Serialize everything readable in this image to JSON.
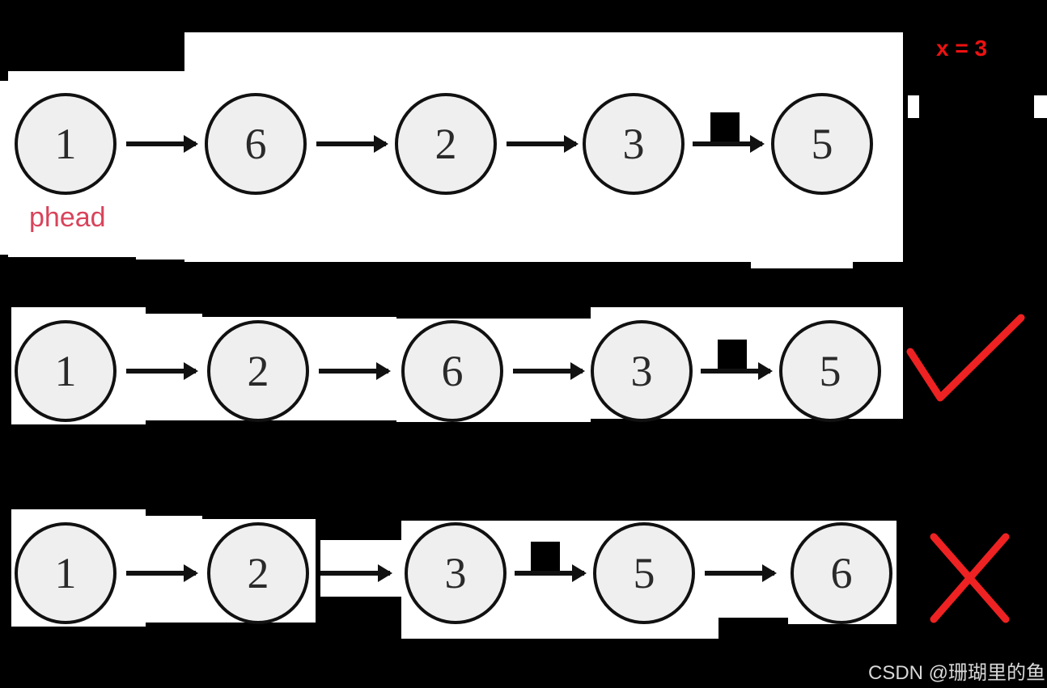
{
  "diagram": {
    "title": "linked-list partition illustration",
    "pivot_label": "x = 3",
    "head_label": "phead",
    "watermark": "CSDN @珊瑚里的鱼",
    "colors": {
      "background": "#000000",
      "paper": "#ffffff",
      "node_fill": "#efefef",
      "node_stroke": "#111111",
      "arrow": "#111111",
      "pivot_red": "#ee1111",
      "head_red": "#d9435a",
      "verdict_red": "#ee2222",
      "watermark": "#d8d8d8"
    },
    "rows": [
      {
        "id": "row-original",
        "name": "original-list",
        "nodes": [
          "1",
          "6",
          "2",
          "3",
          "5"
        ],
        "marker_after_index": 3,
        "verdict": "none",
        "verdict_label": ""
      },
      {
        "id": "row-correct",
        "name": "correct-partition",
        "nodes": [
          "1",
          "2",
          "6",
          "3",
          "5"
        ],
        "marker_after_index": 3,
        "verdict": "check",
        "verdict_label": "correct"
      },
      {
        "id": "row-wrong",
        "name": "incorrect-partition",
        "nodes": [
          "1",
          "2",
          "3",
          "5",
          "6"
        ],
        "marker_after_index": 2,
        "verdict": "cross",
        "verdict_label": "incorrect"
      }
    ]
  }
}
